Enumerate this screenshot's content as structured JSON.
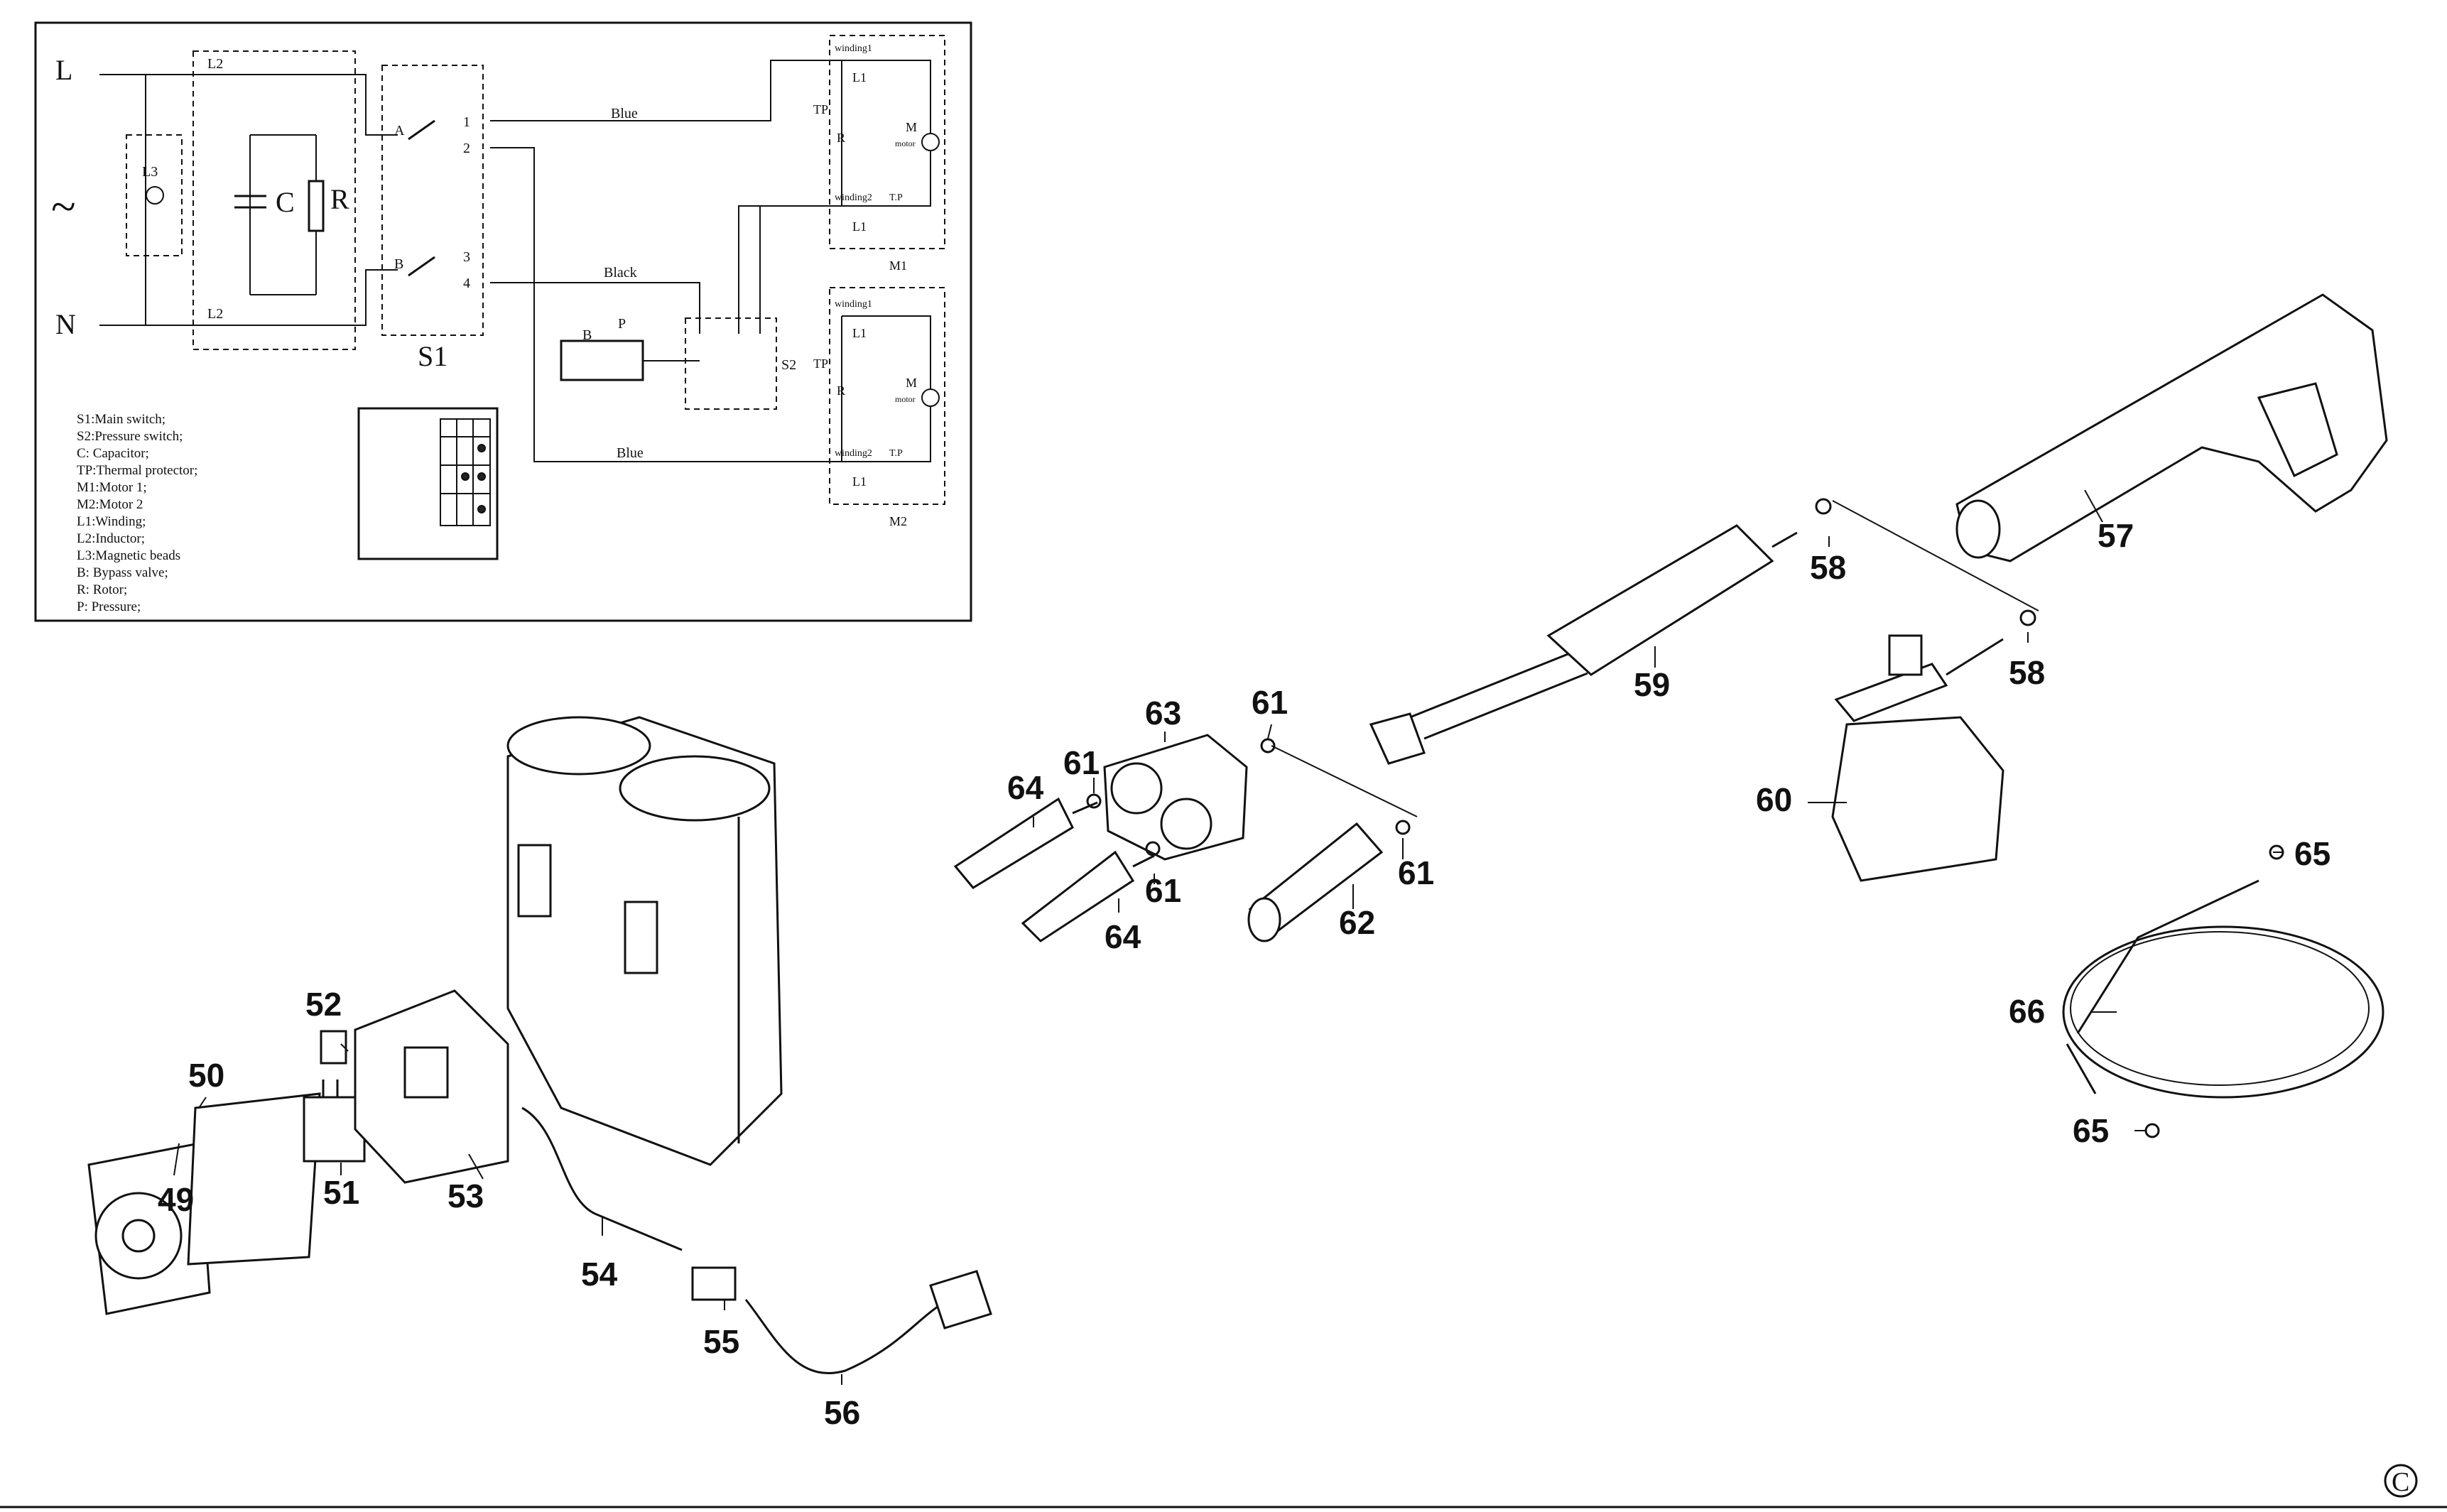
{
  "callouts": [
    "49",
    "50",
    "51",
    "52",
    "53",
    "54",
    "55",
    "56",
    "57",
    "58",
    "58",
    "59",
    "60",
    "61",
    "61",
    "61",
    "61",
    "62",
    "63",
    "64",
    "64",
    "65",
    "65",
    "66"
  ],
  "copyright": "C",
  "schematic": {
    "mains": {
      "L": "L",
      "N": "N",
      "ac": "~"
    },
    "components": {
      "L2_top": "L2",
      "L2_bottom": "L2",
      "L3": "L3",
      "C": "C",
      "R": "R",
      "S1": "S1",
      "S2": "S2",
      "A": "A",
      "B": "B",
      "B_valve": "B",
      "P": "P",
      "M1": "M1",
      "M2": "M2"
    },
    "terminals": [
      "1",
      "2",
      "3",
      "4"
    ],
    "wires": {
      "blue_top": "Blue",
      "black": "Black",
      "blue_bottom": "Blue"
    },
    "motor1": {
      "winding1": "winding1",
      "L1a": "L1",
      "winding2": "winding2",
      "L1b": "L1",
      "TP": "TP",
      "R": "R",
      "M": "M",
      "motor": "motor",
      "tp_label": "T.P"
    },
    "motor2": {
      "winding1": "winding1",
      "L1a": "L1",
      "winding2": "winding2",
      "L1b": "L1",
      "TP": "TP",
      "R": "R",
      "M": "M",
      "motor": "motor",
      "tp_label": "T.P"
    },
    "legend": [
      "S1:Main switch;",
      "S2:Pressure switch;",
      "C: Capacitor;",
      "TP:Thermal protector;",
      "M1:Motor 1;",
      "M2:Motor 2",
      "L1:Winding;",
      "L2:Inductor;",
      "L3:Magnetic beads",
      "B: Bypass valve;",
      "R: Rotor;",
      "P: Pressure;"
    ]
  }
}
